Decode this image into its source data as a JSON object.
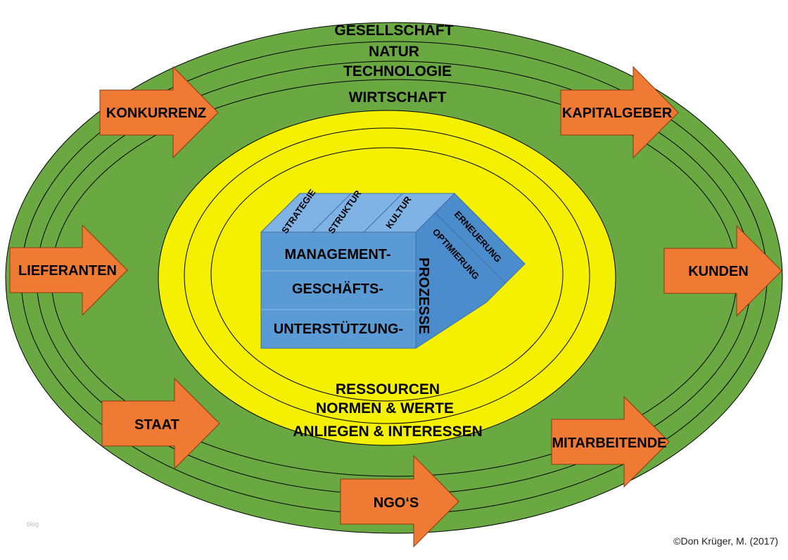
{
  "environment_rings": {
    "gesellschaft": "GESELLSCHAFT",
    "natur": "NATUR",
    "technologie": "TECHNOLOGIE",
    "wirtschaft": "WIRTSCHAFT"
  },
  "inner_rings": {
    "ressourcen": "RESSOURCEN",
    "normen": "NORMEN & WERTE",
    "anliegen": "ANLIEGEN & INTERESSEN"
  },
  "stakeholders": {
    "konkurrenz": "KONKURRENZ",
    "kapitalgeber": "KAPITALGEBER",
    "lieferanten": "LIEFERANTEN",
    "kunden": "KUNDEN",
    "staat": "STAAT",
    "mitarbeitende": "MITARBEITENDE",
    "ngos": "NGO‘S"
  },
  "cube": {
    "top": {
      "strategie": "STRATEGIE",
      "struktur": "STRUKTUR",
      "kultur": "KULTUR"
    },
    "front": {
      "management": "MANAGEMENT-",
      "geschaefts": "GESCHÄFTS-",
      "unterstuetzung": "UNTERSTÜTZUNG-"
    },
    "side_vertical": "PROZESSE",
    "side": {
      "erneuerung": "ERNEUERUNG",
      "optimierung": "OPTIMIERUNG"
    }
  },
  "watermark": "blog",
  "credit": "©Don Krüger, M. (2017)",
  "colors": {
    "green": "#6aa842",
    "yellow": "#f4f000",
    "arrow": "#ee7a33",
    "cube_front": "#5b9bd5",
    "cube_top": "#7fb2e5",
    "cube_side": "#4a8ccc"
  }
}
